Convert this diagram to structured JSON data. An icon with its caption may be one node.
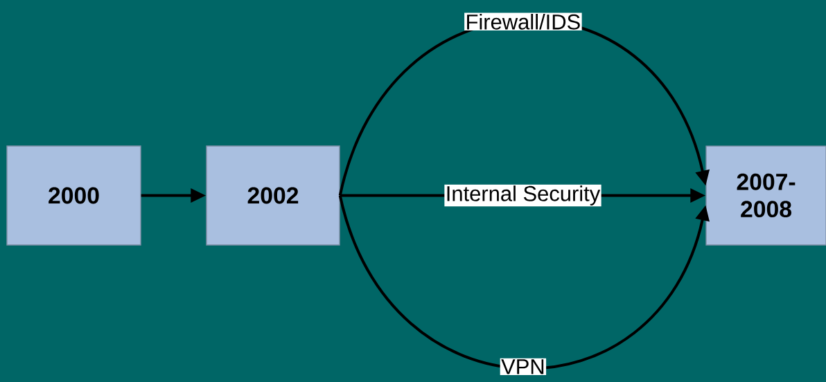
{
  "diagram": {
    "nodes": [
      {
        "text": [
          "2000"
        ]
      },
      {
        "text": [
          "2002"
        ]
      },
      {
        "text": [
          "2007-2008"
        ]
      }
    ],
    "edges": [
      {
        "from": 0,
        "to": 1,
        "arrow": "to"
      },
      {
        "from": 1,
        "to": 2,
        "arrow": "to",
        "label": "Firewall/IDS"
      },
      {
        "from": 1,
        "to": 2,
        "arrow": "to",
        "label": "Internal Security"
      },
      {
        "from": 1,
        "to": 2,
        "arrow": "to",
        "label": "VPN"
      }
    ]
  }
}
